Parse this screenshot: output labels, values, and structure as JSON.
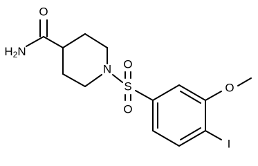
{
  "molecule": {
    "atoms": {
      "o_amide": "O",
      "nh2": "H2N",
      "n_ring": "N",
      "s": "S",
      "o_sulfonyl_top": "O",
      "o_sulfonyl_bottom": "O",
      "o_methoxy": "O",
      "i": "I"
    }
  },
  "colors": {
    "bond": "#000000",
    "label": "#000000",
    "background": "#ffffff"
  }
}
